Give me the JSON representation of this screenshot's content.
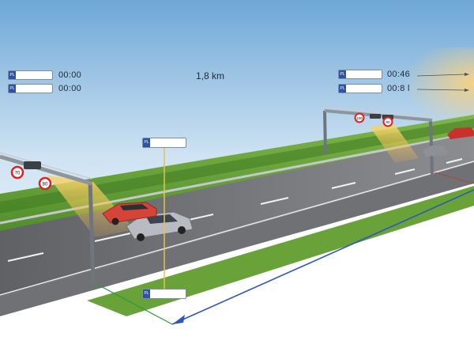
{
  "distance_label": "1,8 km",
  "left_readout": {
    "plates": [
      {
        "country": "PL",
        "time": "00:00"
      },
      {
        "country": "PL",
        "time": "00:00"
      }
    ]
  },
  "right_readout": {
    "plates": [
      {
        "country": "PL",
        "time": "00:46"
      },
      {
        "country": "PL",
        "time": "00:8 l"
      }
    ]
  },
  "vehicle_tags": [
    {
      "country": "PL"
    },
    {
      "country": "PL"
    }
  ],
  "signs": {
    "left_gantry": [
      "70",
      "80"
    ],
    "right_gantry": [
      "100",
      "80"
    ]
  },
  "colors": {
    "sky_top": "#6ea7d6",
    "grass": "#6aa23a",
    "asphalt": "#7a7c80",
    "beam": "#f0c84a",
    "arrow_blue": "#2d57b8",
    "plate_eu": "#2f52a3"
  }
}
